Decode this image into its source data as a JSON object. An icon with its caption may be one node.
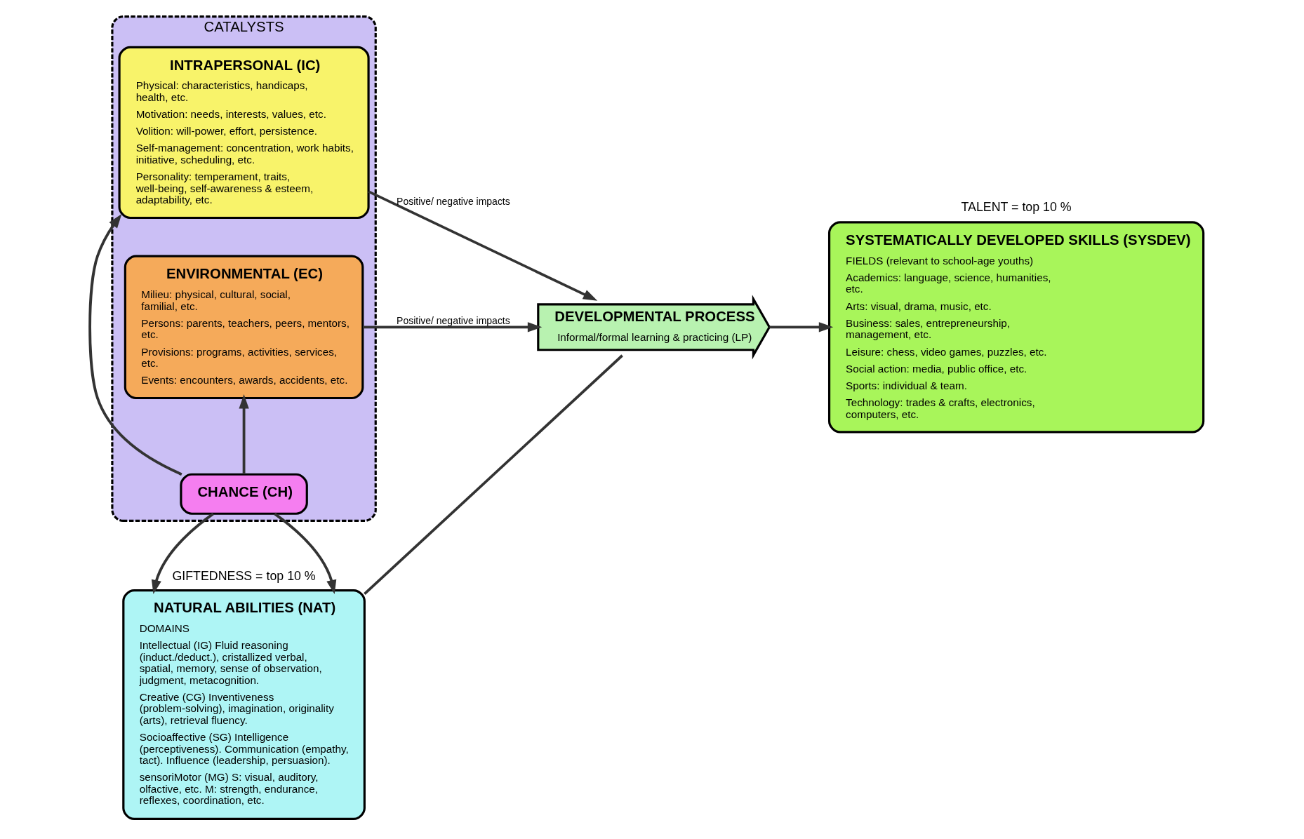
{
  "diagram": {
    "nodes": [
      {
        "text": [
          "CATALYSTS"
        ]
      },
      {
        "text": [
          "NATURAL ABILITIES (NAT)",
          "DOMAINS",
          "Intellectual (IG) Fluid reasoning (induct./deduct.), cristallized verbal, spatial, memory, sense of observation, judgment, metacognition.",
          "Creative (CG) Inventiveness (problem-solving), imagination, originality (arts), retrieval fluency.",
          "Socioaffective (SG) Intelligence (perceptiveness). Communication (empathy, tact). Influence (leadership, persuasion).",
          "sensoriMotor (MG) S: visual, auditory, olfactive, etc. M: strength, endurance, reflexes, coordination, etc."
        ],
        "beside": [
          "GIFTEDNESS = top 10 %"
        ]
      },
      {
        "text": [
          "INTRAPERSONAL (IC)",
          "Physical: characteristics, handicaps, health, etc.",
          "Motivation: needs, interests, values, etc.",
          "Volition: will-power, effort, persistence.",
          "Self-management: concentration, work habits, initiative, scheduling, etc.",
          "Personality: temperament, traits, well-being, self-awareness & esteem, adaptability, etc."
        ],
        "in": 0
      },
      {
        "text": [
          "DEVELOPMENTAL PROCESS",
          "Informal/formal learning & practicing (LP)"
        ]
      },
      {
        "text": [
          "ENVIRONMENTAL (EC)",
          "Milieu: physical, cultural, social, familial, etc.",
          "Persons: parents, teachers, peers, mentors, etc.",
          "Provisions: programs, activities, services, etc.",
          "Events: encounters, awards, accidents, etc."
        ],
        "in": 0
      },
      {
        "text": [
          "SYSTEMATICALLY DEVELOPED SKILLS (SYSDEV)",
          "FIELDS (relevant to school-age youths)",
          "Academics: language, science, humanities, etc.",
          "Arts: visual, drama, music, etc.",
          "Business: sales, entrepreneurship, management, etc.",
          "Leisure: chess, video games, puzzles, etc.",
          "Social action: media, public office, etc.",
          "Sports: individual & team.",
          "Technology: trades & crafts, electronics, computers, etc."
        ],
        "beside": [
          "TALENT = top 10 %"
        ]
      },
      {
        "text": [
          "CHANCE (CH)"
        ],
        "in": 0
      }
    ],
    "edges": [
      {
        "from": 1,
        "to": 3,
        "arrow": "none"
      },
      {
        "from": 3,
        "to": 5,
        "arrow": "to"
      },
      {
        "from": 2,
        "to": 3,
        "arrow": "to",
        "label": "Positive/ negative impacts"
      },
      {
        "from": 4,
        "to": 3,
        "arrow": "to",
        "label": "Positive/ negative impacts"
      },
      {
        "from": 6,
        "to": 1,
        "arrow": "to"
      },
      {
        "from": 6,
        "to": 2,
        "arrow": "to"
      },
      {
        "from": 6,
        "to": 4,
        "arrow": "to"
      }
    ]
  }
}
